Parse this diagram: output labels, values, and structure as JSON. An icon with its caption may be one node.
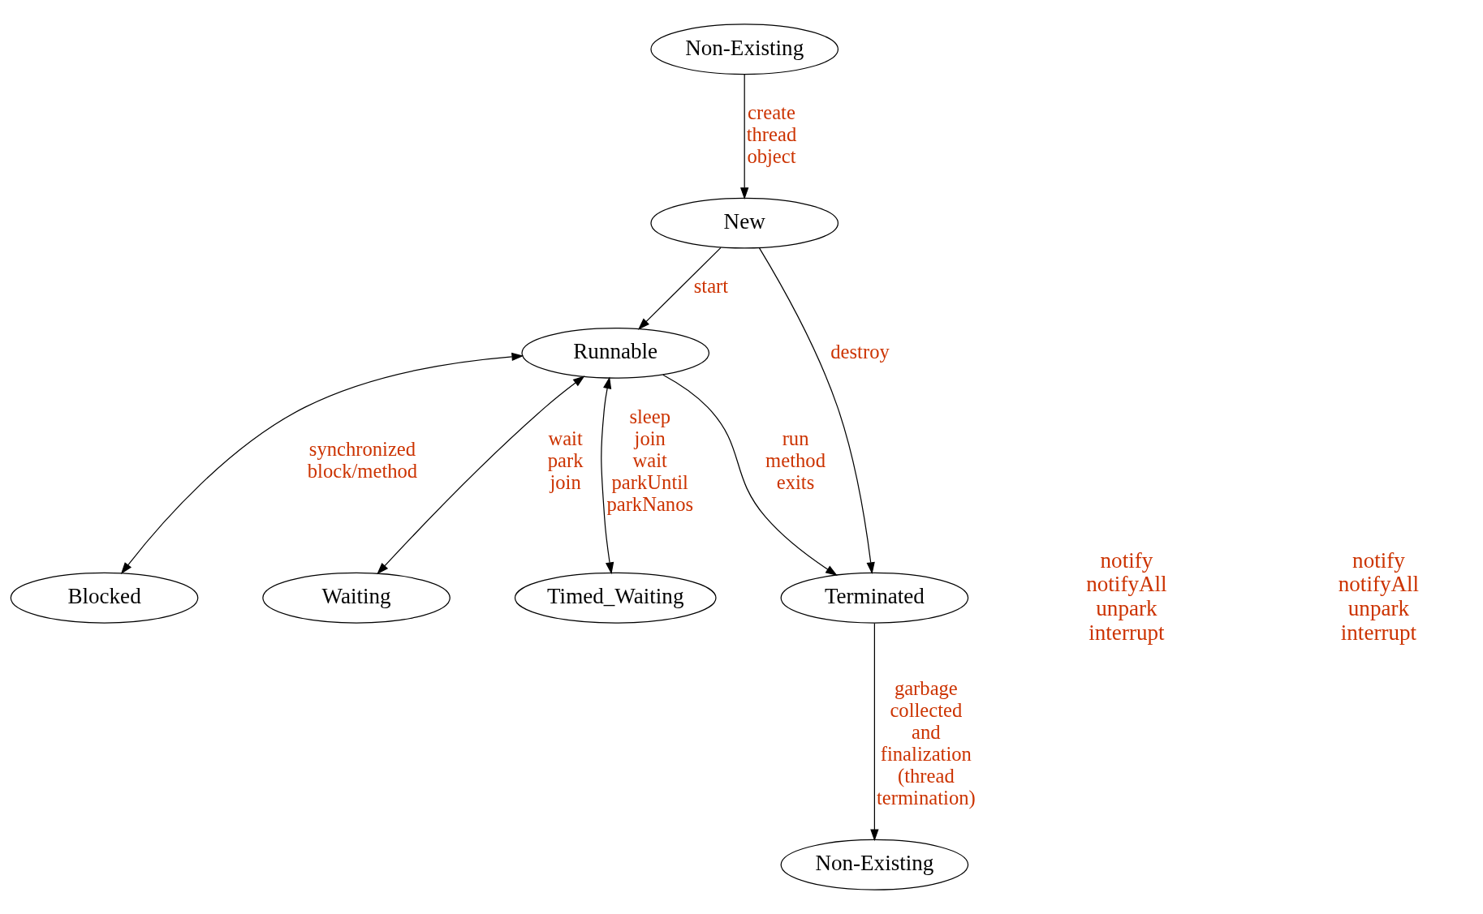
{
  "diagram": {
    "nodes": [
      {
        "text": [
          "Non-Existing"
        ]
      },
      {
        "text": [
          "New"
        ]
      },
      {
        "text": [
          "Runnable"
        ]
      },
      {
        "text": [
          "Blocked"
        ]
      },
      {
        "text": [
          "Waiting"
        ]
      },
      {
        "text": [
          "Timed_Waiting"
        ]
      },
      {
        "text": [
          "Terminated"
        ]
      },
      {
        "text": [
          "Non-Existing"
        ]
      }
    ],
    "edges": [
      {
        "from": 0,
        "to": 1,
        "arrow": "to",
        "label": "create thread object"
      },
      {
        "from": 1,
        "to": 2,
        "arrow": "to",
        "label": "start"
      },
      {
        "from": 2,
        "to": 3,
        "arrow": "both",
        "label": "synchronized block/method"
      },
      {
        "from": 2,
        "to": 4,
        "arrow": "both",
        "label": "wait park join"
      },
      {
        "from": 2,
        "to": 5,
        "arrow": "both",
        "label": "sleep join wait parkUntil parkNanos"
      },
      {
        "from": 2,
        "to": 6,
        "arrow": "to",
        "label": "run method exits"
      },
      {
        "from": 1,
        "to": 6,
        "arrow": "to",
        "label": "destroy"
      },
      {
        "from": 6,
        "to": 7,
        "arrow": "to",
        "label": "garbage collected and finalization (thread termination)"
      }
    ],
    "labels": [
      "notify notifyAll unpark interrupt",
      "notify notifyAll unpark interrupt"
    ]
  }
}
